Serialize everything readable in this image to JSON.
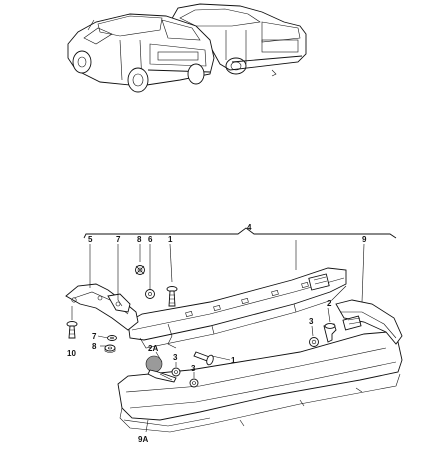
{
  "labels": {
    "n4": "4",
    "n5": "5",
    "n7": "7",
    "n8a": "8",
    "n6": "6",
    "n1a": "1",
    "n9": "9",
    "n1b": "1",
    "n2": "2",
    "n3a": "3",
    "n3b": "3",
    "n3c": "3",
    "n2A": "2A",
    "n7b": "7",
    "n8b": "8",
    "n10": "10",
    "n9A": "9A"
  },
  "colors": {
    "ink": "#111111",
    "paper": "#ffffff",
    "highlight": "#9a9a9a"
  }
}
